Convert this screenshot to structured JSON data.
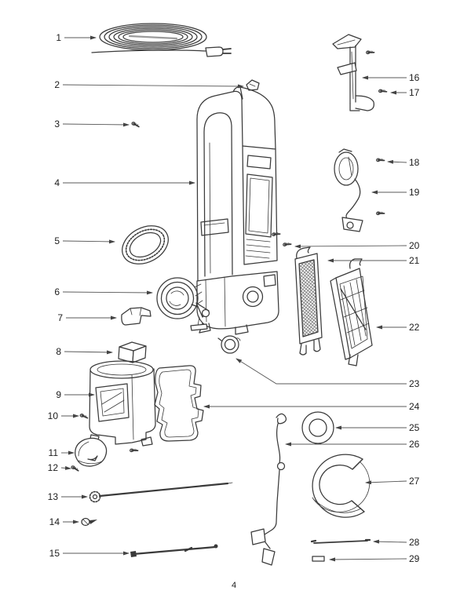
{
  "page": {
    "number": "4"
  },
  "colors": {
    "paper": "#ffffff",
    "ink": "#3a3a3a",
    "leader": "#585858",
    "label": "#1c1c1c"
  },
  "callouts": [
    {
      "label": "1"
    },
    {
      "label": "2"
    },
    {
      "label": "3"
    },
    {
      "label": "4"
    },
    {
      "label": "5"
    },
    {
      "label": "6"
    },
    {
      "label": "7"
    },
    {
      "label": "8"
    },
    {
      "label": "9"
    },
    {
      "label": "10"
    },
    {
      "label": "11"
    },
    {
      "label": "12"
    },
    {
      "label": "13"
    },
    {
      "label": "14"
    },
    {
      "label": "15"
    },
    {
      "label": "16"
    },
    {
      "label": "17"
    },
    {
      "label": "18"
    },
    {
      "label": "19"
    },
    {
      "label": "20"
    },
    {
      "label": "21"
    },
    {
      "label": "22"
    },
    {
      "label": "23"
    },
    {
      "label": "24"
    },
    {
      "label": "25"
    },
    {
      "label": "26"
    },
    {
      "label": "27"
    },
    {
      "label": "28"
    },
    {
      "label": "29"
    }
  ]
}
